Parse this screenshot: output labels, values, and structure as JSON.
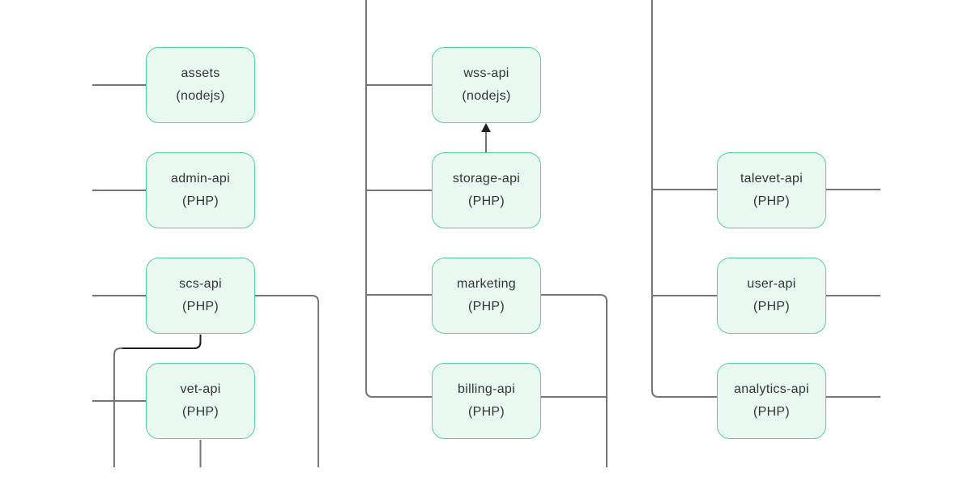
{
  "colors": {
    "bg": "#ffffff",
    "node_fill": "#e9f9f1",
    "node_border": "#4fd19c",
    "edge": "#757575",
    "edge_dark": "#1e1e1e",
    "text": "#333333"
  },
  "nodes": [
    {
      "name": "assets",
      "runtime": "(nodejs)"
    },
    {
      "name": "admin-api",
      "runtime": "(PHP)"
    },
    {
      "name": "scs-api",
      "runtime": "(PHP)"
    },
    {
      "name": "vet-api",
      "runtime": "(PHP)"
    },
    {
      "name": "wss-api",
      "runtime": "(nodejs)"
    },
    {
      "name": "storage-api",
      "runtime": "(PHP)"
    },
    {
      "name": "marketing",
      "runtime": "(PHP)"
    },
    {
      "name": "billing-api",
      "runtime": "(PHP)"
    },
    {
      "name": "talevet-api",
      "runtime": "(PHP)"
    },
    {
      "name": "user-api",
      "runtime": "(PHP)"
    },
    {
      "name": "analytics-api",
      "runtime": "(PHP)"
    }
  ]
}
